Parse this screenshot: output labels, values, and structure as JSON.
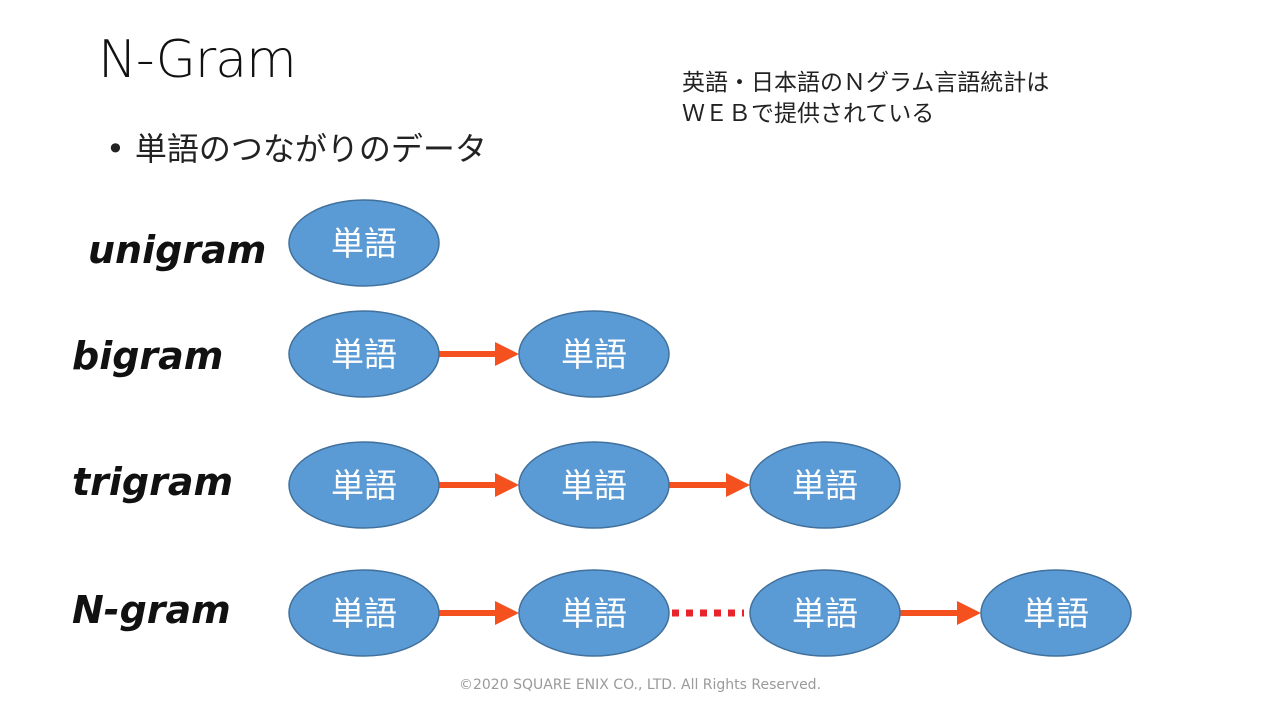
{
  "title": "N-Gram",
  "bullet": "単語のつながりのデータ",
  "note": {
    "line1": "英語・日本語のＮグラム言語統計は",
    "line2": "ＷＥＢで提供されている"
  },
  "rows": [
    {
      "label": "unigram",
      "nodes": [
        "単語"
      ],
      "connectors": []
    },
    {
      "label": "bigram",
      "nodes": [
        "単語",
        "単語"
      ],
      "connectors": [
        "arrow"
      ]
    },
    {
      "label": "trigram",
      "nodes": [
        "単語",
        "単語",
        "単語"
      ],
      "connectors": [
        "arrow",
        "arrow"
      ]
    },
    {
      "label": "N-gram",
      "nodes": [
        "単語",
        "単語",
        "単語",
        "単語"
      ],
      "connectors": [
        "arrow",
        "dots",
        "arrow"
      ]
    }
  ],
  "colors": {
    "node_fill": "#5b9bd5",
    "node_stroke": "#41719c",
    "arrow": "#f4511e",
    "dots": "#e8232a"
  },
  "footer": "©2020 SQUARE ENIX CO., LTD. All Rights Reserved."
}
